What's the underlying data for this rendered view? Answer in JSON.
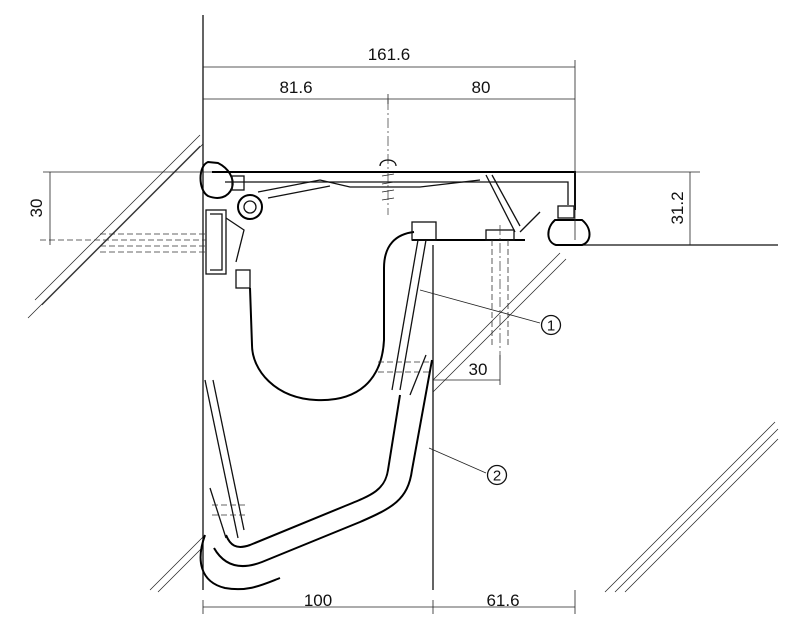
{
  "dimensions": {
    "overall_width": "161.6",
    "left_width": "81.6",
    "right_width": "80",
    "left_height": "30",
    "right_height": "31.2",
    "bolt_offset": "30",
    "bottom_left": "100",
    "bottom_right": "61.6"
  },
  "callouts": {
    "one": "1",
    "two": "2"
  }
}
